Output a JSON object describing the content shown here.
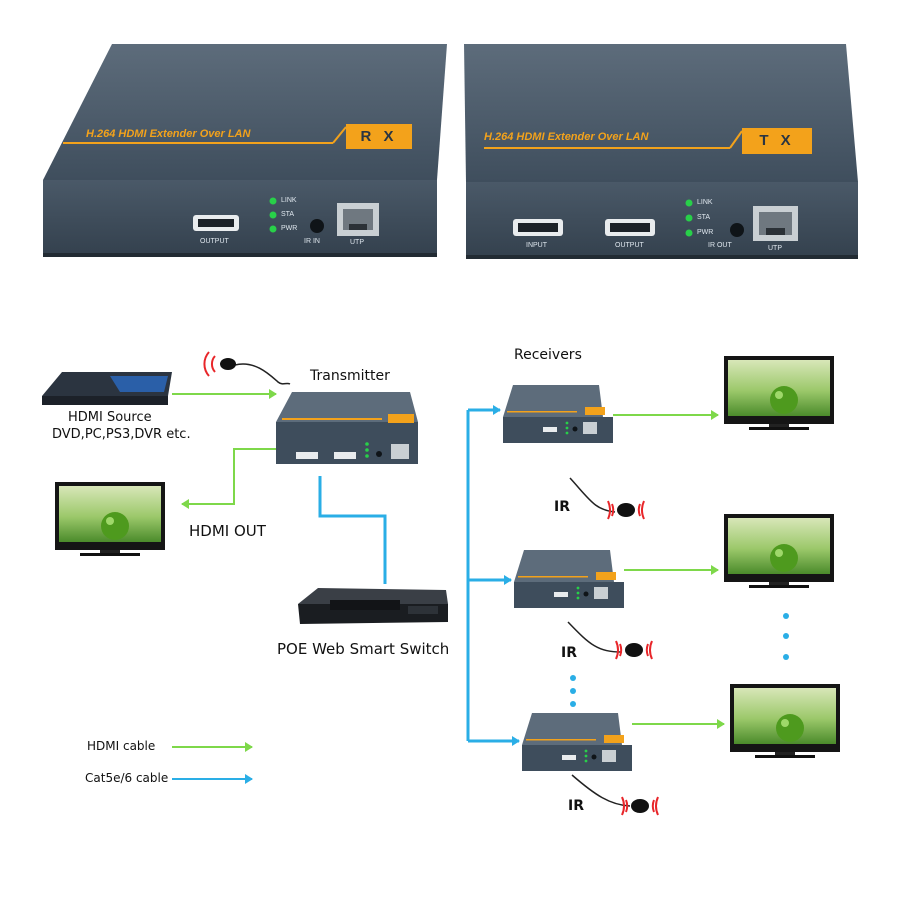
{
  "products": {
    "rx": {
      "stripe": "H.264 HDMI Extender Over LAN",
      "badge": "R X",
      "leds": [
        "LINK",
        "STA",
        "PWR"
      ],
      "ports": {
        "hdmi": "OUTPUT",
        "ir": "IR IN",
        "utp": "UTP"
      }
    },
    "tx": {
      "stripe": "H.264 HDMI Extender Over LAN",
      "badge": "T X",
      "leds": [
        "LINK",
        "STA",
        "PWR"
      ],
      "ports": {
        "hdmi_in": "INPUT",
        "hdmi_out": "OUTPUT",
        "ir": "IR OUT",
        "utp": "UTP"
      }
    }
  },
  "diagram": {
    "source_label_line1": "HDMI Source",
    "source_label_line2": "DVD,PC,PS3,DVR etc.",
    "transmitter_label": "Transmitter",
    "hdmi_out_label": "HDMI OUT",
    "switch_label": "POE Web Smart Switch",
    "receivers_label": "Receivers",
    "ir_label": "IR"
  },
  "legend": {
    "hdmi_cable": "HDMI cable",
    "cat_cable": "Cat5e/6 cable"
  },
  "colors": {
    "hdmi_cable": "#7ed84a",
    "cat_cable": "#2aaee6",
    "device_body": "#3e4d5c",
    "accent": "#f3a21b",
    "ir_signal": "#e8262a"
  }
}
